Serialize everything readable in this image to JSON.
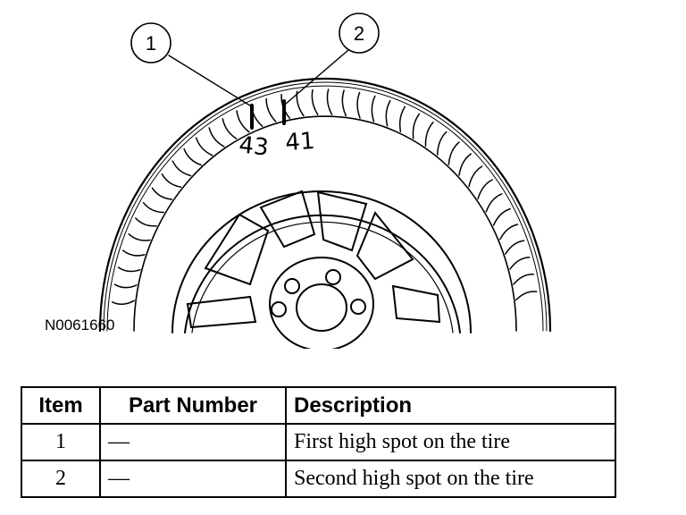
{
  "figure": {
    "id": "N0061660",
    "callouts": [
      {
        "label": "1"
      },
      {
        "label": "2"
      }
    ],
    "tire_marks": [
      {
        "text": "43"
      },
      {
        "text": "41"
      }
    ]
  },
  "table": {
    "headers": {
      "item": "Item",
      "part_number": "Part Number",
      "description": "Description"
    },
    "rows": [
      {
        "item": "1",
        "part_number": "—",
        "description": "First high spot on the tire"
      },
      {
        "item": "2",
        "part_number": "—",
        "description": "Second high spot on the tire"
      }
    ]
  }
}
